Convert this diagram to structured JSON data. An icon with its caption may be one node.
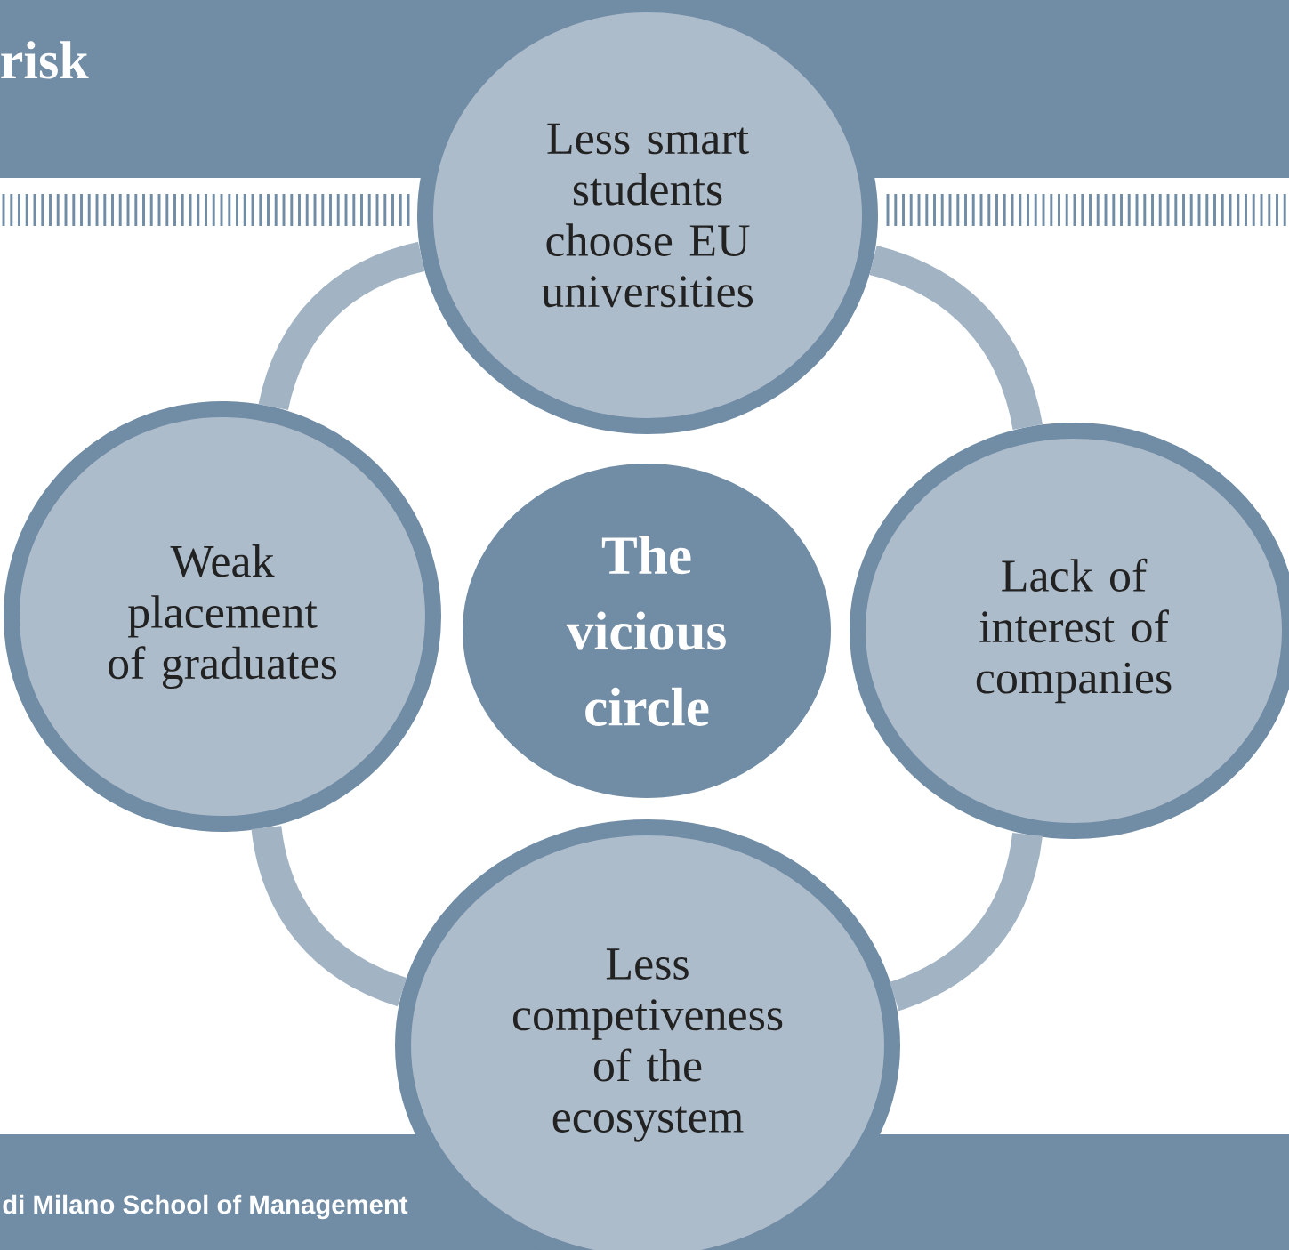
{
  "diagram": {
    "title": "risk",
    "nodes": [
      {
        "text": [
          "Less smart students choose EU universities"
        ]
      },
      {
        "text": [
          "Weak placement of graduates"
        ]
      },
      {
        "text": [
          "The vicious circle"
        ]
      },
      {
        "text": [
          "Lack of interest of companies"
        ]
      },
      {
        "text": [
          "Less competiveness of the ecosystem"
        ]
      }
    ],
    "edges": [
      {
        "from": 0,
        "to": 3,
        "arrow": "none"
      },
      {
        "from": 3,
        "to": 4,
        "arrow": "none"
      },
      {
        "from": 4,
        "to": 1,
        "arrow": "none"
      },
      {
        "from": 1,
        "to": 0,
        "arrow": "none"
      }
    ],
    "labels": [
      "di Milano School of Management"
    ]
  }
}
